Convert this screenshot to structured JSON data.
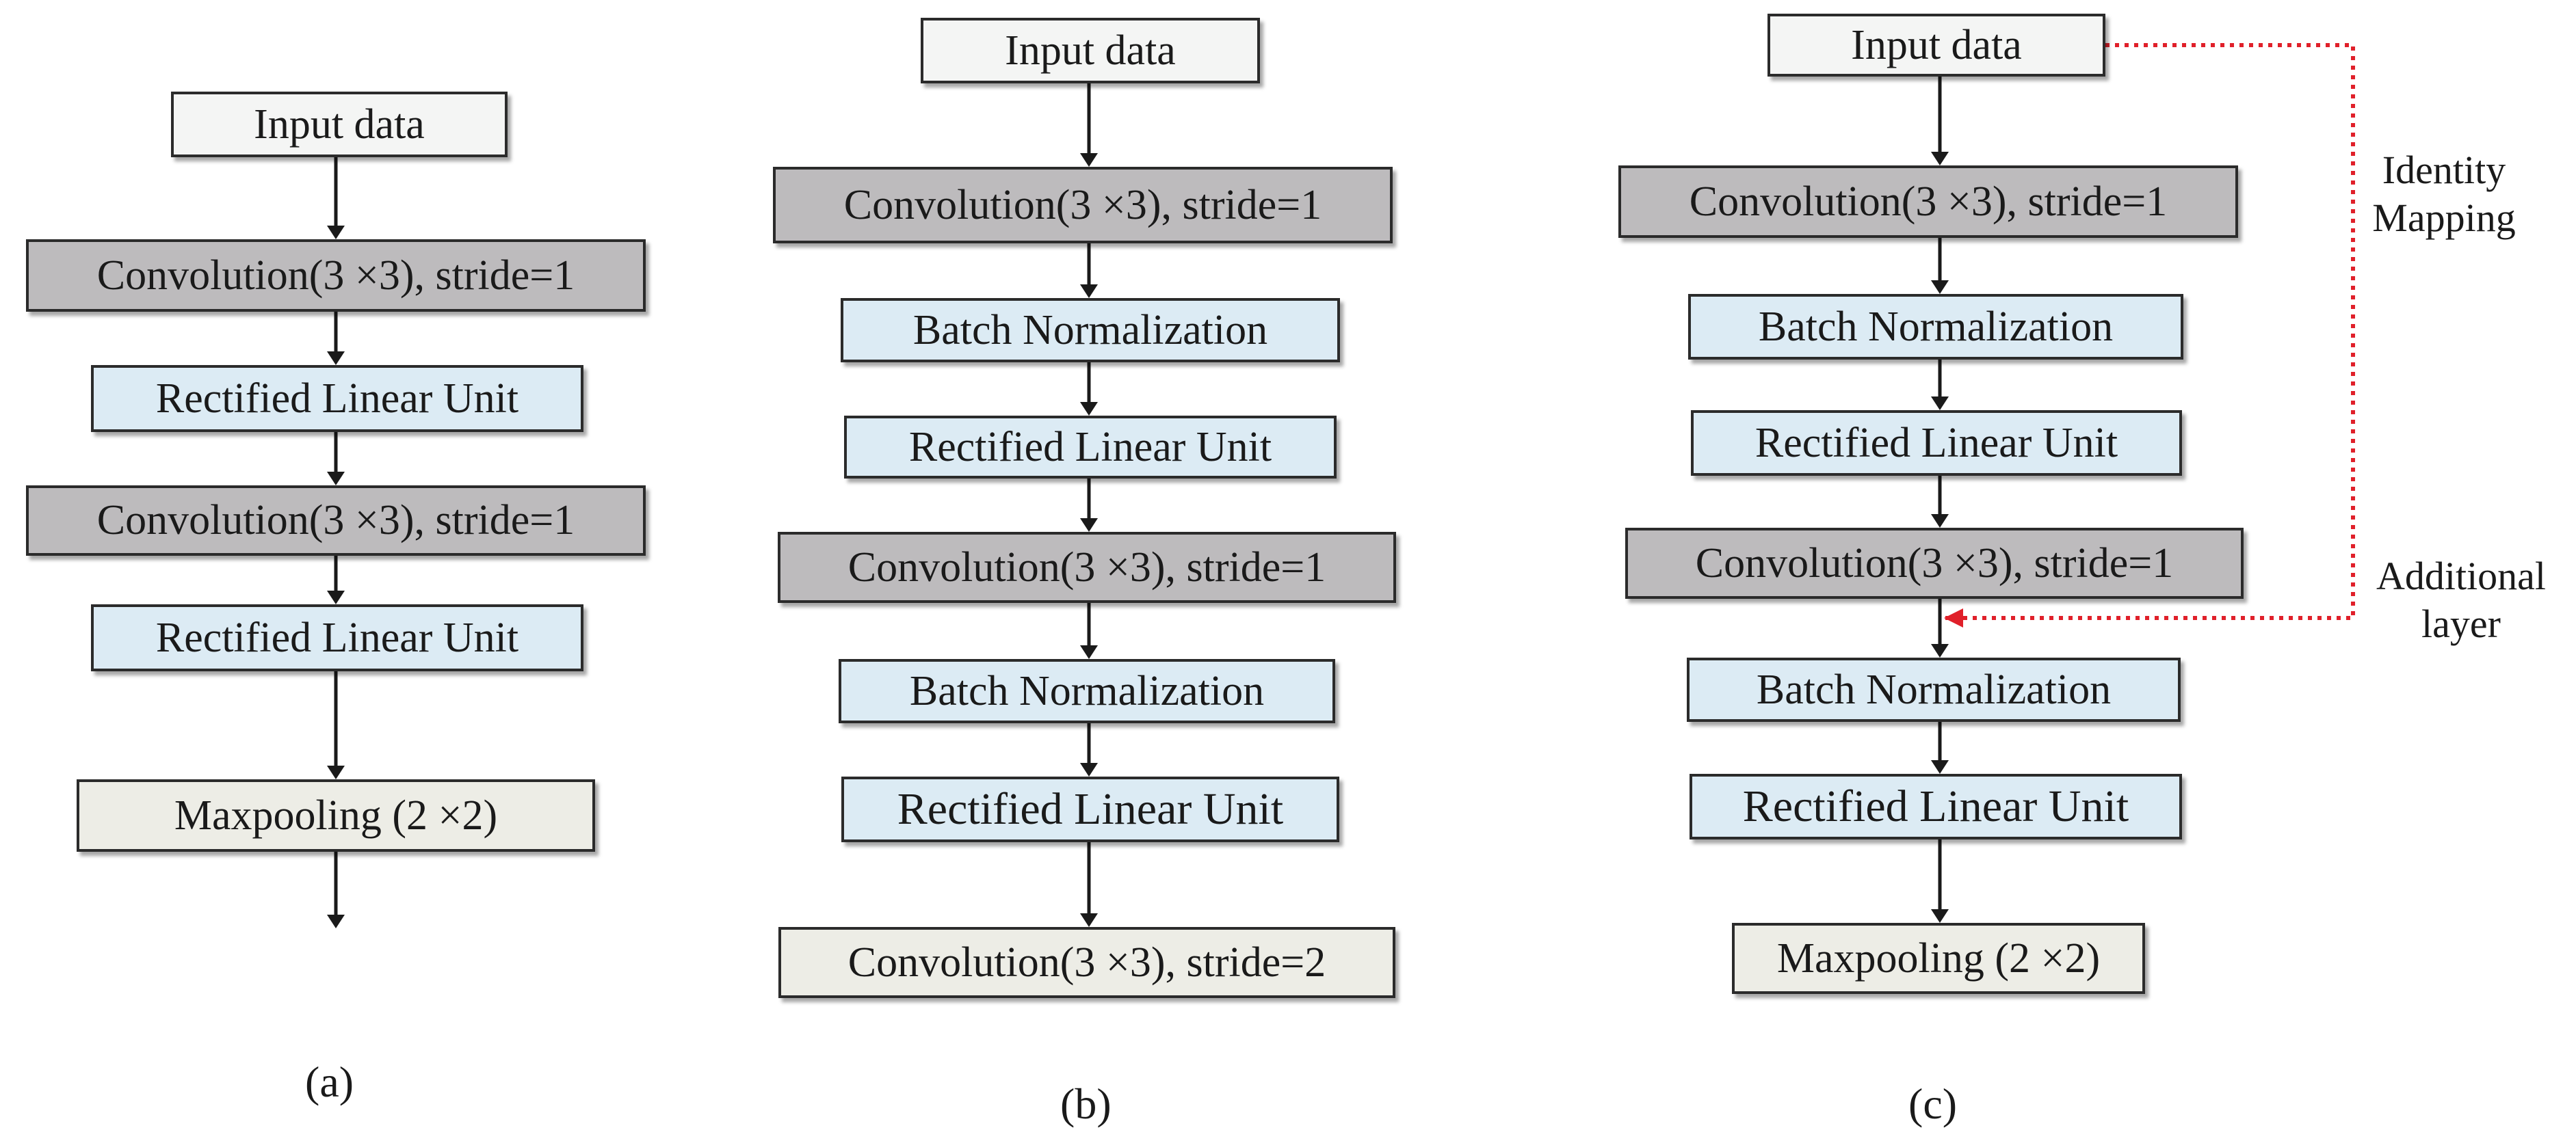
{
  "labels": {
    "input": "Input data",
    "conv_s1": "Convolution(3 ×3), stride=1",
    "conv_s2": "Convolution(3 ×3), stride=2",
    "bn": "Batch Normalization",
    "relu": "Rectified Linear Unit",
    "pool": "Maxpooling (2 ×2)"
  },
  "captions": {
    "a": "(a)",
    "b": "(b)",
    "c": "(c)"
  },
  "annotations": {
    "identity_1": "Identity",
    "identity_2": "Mapping",
    "additional_1": "Additional",
    "additional_2": "layer"
  },
  "colors": {
    "skip_connection": "#e0202a"
  }
}
